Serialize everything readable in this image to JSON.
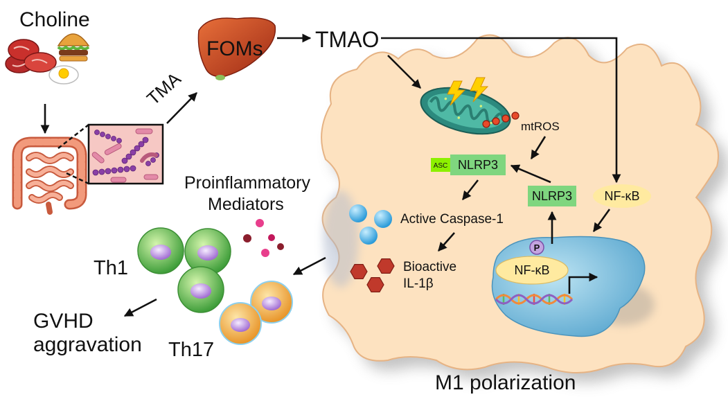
{
  "diet": {
    "choline": "Choline"
  },
  "gut": {
    "tma": "TMA"
  },
  "liver": {
    "label": "FOMs"
  },
  "metabolite": {
    "tmao": "TMAO"
  },
  "macrophage": {
    "label": "M1 polarization",
    "mtros": "mtROS",
    "inflammasome": {
      "asc": "ASC",
      "nlrp3": "NLRP3"
    },
    "nlrp3": "NLRP3",
    "nfkb": "NF-κB",
    "caspase": "Active Caspase-1",
    "il1b": {
      "line1": "Bioactive",
      "line2": "IL-1β"
    },
    "nucleus": {
      "phospho": "P",
      "nfkb": "NF-κB"
    }
  },
  "mediators": {
    "line1": "Proinflammatory",
    "line2": "Mediators"
  },
  "t_cells": {
    "th1": "Th1",
    "th17": "Th17"
  },
  "outcome": {
    "line1": "GVHD",
    "line2": "aggravation"
  },
  "colors": {
    "cell": "#fde2c0",
    "cell_outline": "#e6b384",
    "nlrp3": "#7fd67f",
    "asc": "#8cf000",
    "nfkb": "#ffeaa0",
    "il1b": "#c0392b",
    "microbiota_box": "#f6c8c4",
    "mitochondrion": "#2c8a7e"
  },
  "icons": [
    "food-icon",
    "intestine-icon",
    "bacteria-icon",
    "liver-icon",
    "mitochondrion-icon",
    "dna-icon",
    "t-cell-icon"
  ]
}
